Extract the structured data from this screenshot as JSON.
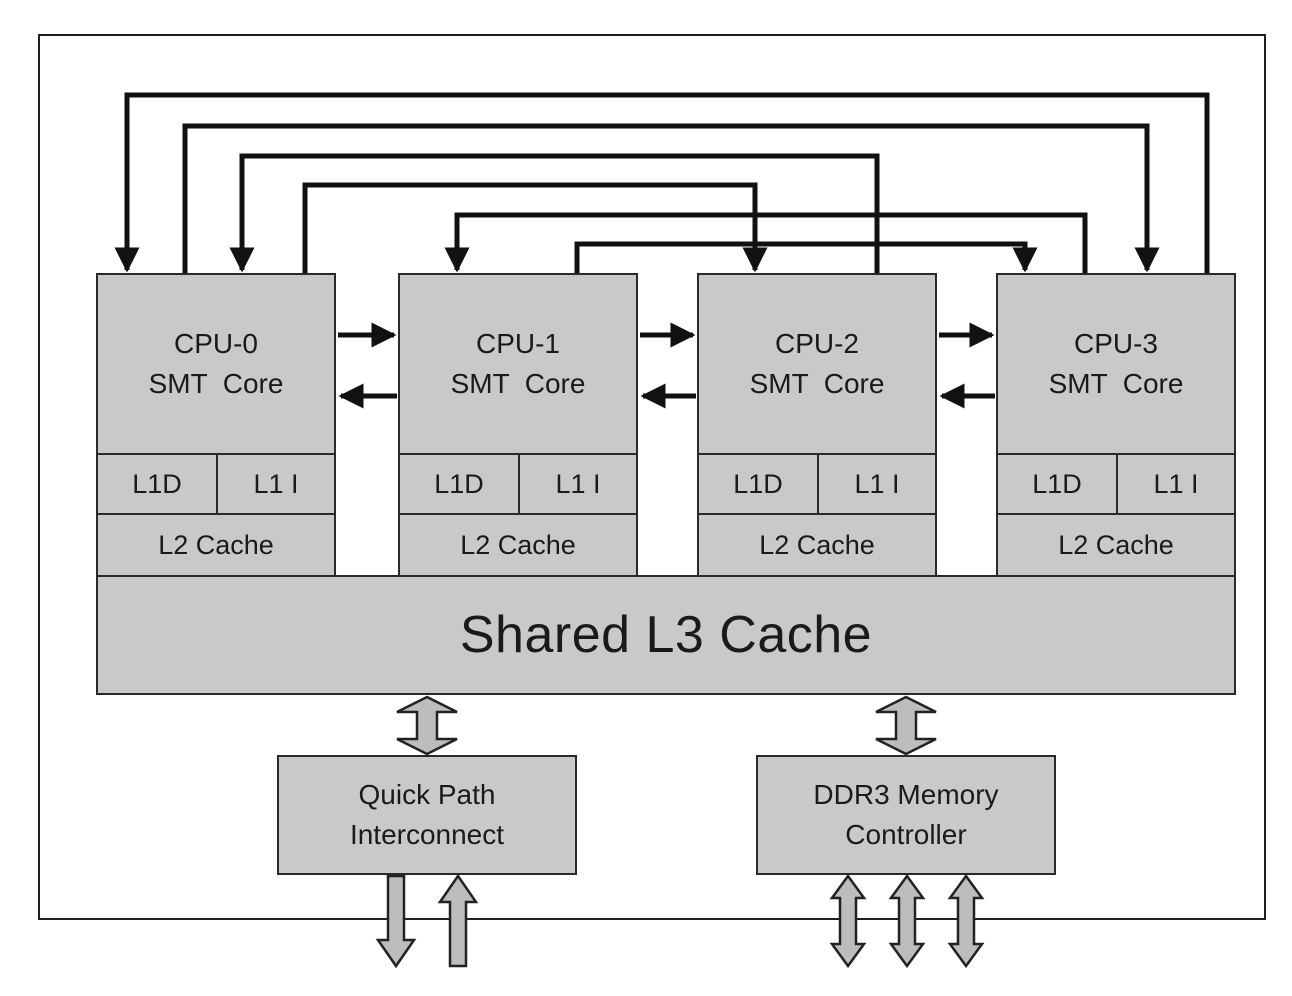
{
  "cores": [
    {
      "name": "CPU-0",
      "type": "SMT  Core",
      "l1d": "L1D",
      "l1i": "L1 I",
      "l2": "L2 Cache"
    },
    {
      "name": "CPU-1",
      "type": "SMT  Core",
      "l1d": "L1D",
      "l1i": "L1 I",
      "l2": "L2 Cache"
    },
    {
      "name": "CPU-2",
      "type": "SMT  Core",
      "l1d": "L1D",
      "l1i": "L1 I",
      "l2": "L2 Cache"
    },
    {
      "name": "CPU-3",
      "type": "SMT  Core",
      "l1d": "L1D",
      "l1i": "L1 I",
      "l2": "L2 Cache"
    }
  ],
  "l3": {
    "label": "Shared L3 Cache"
  },
  "qpi": {
    "line1": "Quick Path",
    "line2": "Interconnect"
  },
  "memctrl": {
    "line1": "DDR3 Memory",
    "line2": "Controller"
  },
  "colors": {
    "block_fill": "#c9c9c9",
    "stroke": "#1a1a1a",
    "arrow_fill": "#bdbdbd"
  }
}
